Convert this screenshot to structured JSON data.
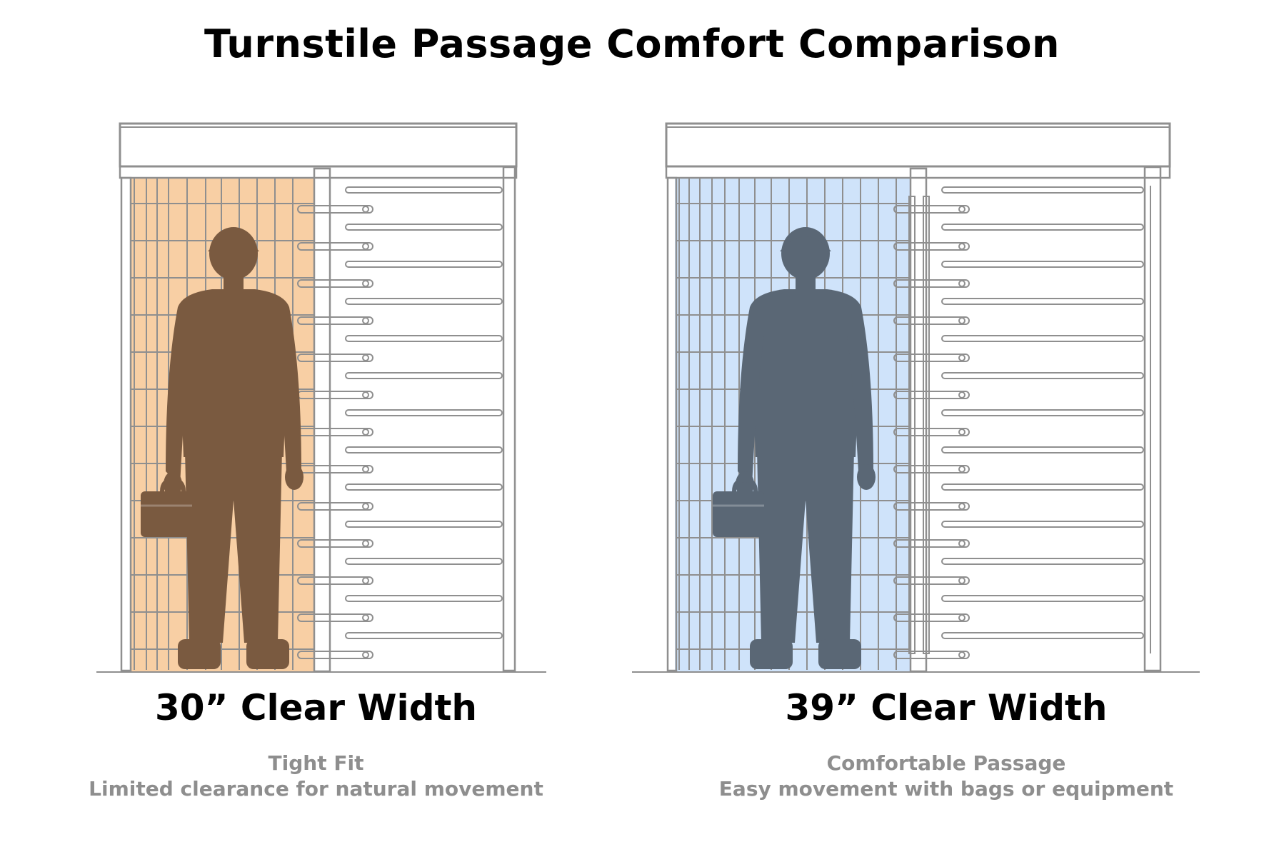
{
  "title": "Turnstile Passage Comfort Comparison",
  "colors": {
    "frame": "#8f8f8f",
    "tight_fill": "#f8cfa4",
    "tight_person": "#7a5a40",
    "comfort_fill": "#cfe3fa",
    "comfort_person": "#5a6775"
  },
  "panels": [
    {
      "width_label": "30” Clear Width",
      "rating": "Tight Fit",
      "description": "Limited clearance for natural movement"
    },
    {
      "width_label": "39” Clear Width",
      "rating": "Comfortable Passage",
      "description": "Easy movement with bags or equipment"
    }
  ]
}
